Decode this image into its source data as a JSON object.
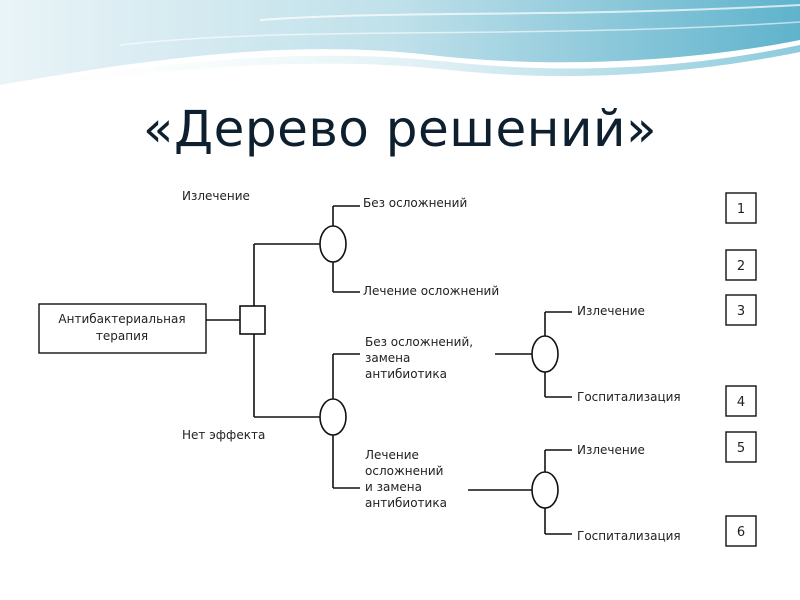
{
  "slide": {
    "title": "«Дерево решений»"
  },
  "tree": {
    "decision": {
      "label_line1": "Антибактериальная",
      "label_line2": "терапия"
    },
    "branch_top": "Излечение",
    "branch_bottom": "Нет эффекта",
    "chance_top": {
      "outcome_a": "Без осложнений",
      "outcome_b": "Лечение осложнений"
    },
    "chance_mid": {
      "option_a": [
        "Без осложнений,",
        "замена",
        "антибиотика"
      ],
      "option_b": [
        "Лечение",
        "осложнений",
        "и замена",
        "антибиотика"
      ]
    },
    "chance_a": {
      "outcome_a": "Излечение",
      "outcome_b": "Госпитализация"
    },
    "chance_b": {
      "outcome_a": "Излечение",
      "outcome_b": "Госпитализация"
    },
    "outcome_numbers": [
      "1",
      "2",
      "3",
      "4",
      "5",
      "6"
    ]
  }
}
